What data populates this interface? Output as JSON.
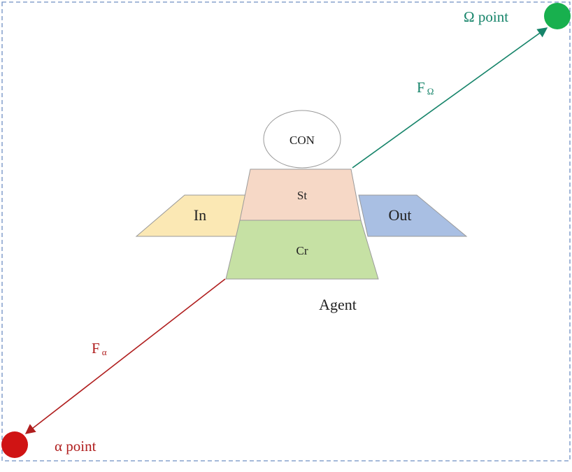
{
  "labels": {
    "con": "CON",
    "st": "St",
    "cr": "Cr",
    "in": "In",
    "out": "Out",
    "agent": "Agent",
    "omega_point": "Ω point",
    "alpha_point": "α point",
    "f_main": "F",
    "f_omega_sub": "Ω",
    "f_alpha_sub": "α"
  },
  "colors": {
    "border": "#6f8fc2",
    "st_fill": "#f6d8c6",
    "cr_fill": "#c6e1a4",
    "in_fill": "#fbe8b4",
    "out_fill": "#a9bfe3",
    "shape_stroke": "#9a9a9a",
    "omega_arrow": "#16846a",
    "omega_point": "#18b04e",
    "alpha_arrow": "#b01e1e",
    "alpha_point": "#d01414",
    "text": "#222222"
  }
}
